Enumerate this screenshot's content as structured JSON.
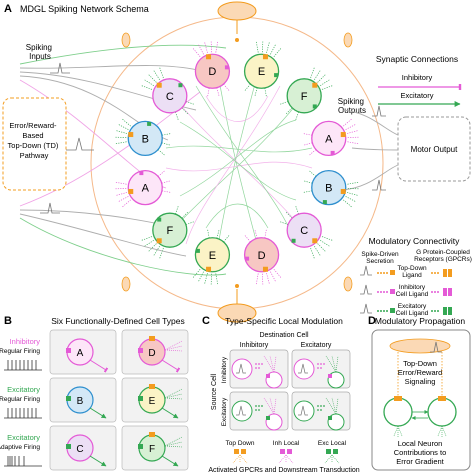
{
  "panel_a": {
    "label": "A",
    "title": "MDGL Spiking Network Schema",
    "spiking_inputs": "Spiking\nInputs",
    "spiking_outputs": "Spiking\nOutputs",
    "td_box": "Error/Reward-\nBased\nTop-Down (TD)\nPathway",
    "motor_output": "Motor Output",
    "synaptic_title": "Synaptic Connections",
    "inhibitory": "Inhibitory",
    "excitatory": "Excitatory",
    "modulatory_title": "Modulatory Connectivity",
    "col_left": "Spike-Driven\nSecretion",
    "col_right": "G Protein-Coupled\nReceptors (GPCRs)",
    "legend_rows": [
      "Top-Down\nLigand",
      "Inhibitory\nCell Ligand",
      "Excitatory\nCell Ligand"
    ],
    "ring_nodes": [
      "E",
      "F",
      "A",
      "B",
      "C",
      "D",
      "E",
      "F",
      "A",
      "B",
      "C",
      "D"
    ],
    "colors": {
      "inhibitory": "#e45ad6",
      "excitatory": "#34a853",
      "td": "#f39c1f",
      "blue": "#2e8fce"
    }
  },
  "panel_b": {
    "label": "B",
    "title": "Six Functionally-Defined Cell Types",
    "rows": [
      {
        "type": "Inhibitory",
        "firing": "Regular Firing",
        "cells": [
          "A",
          "D"
        ]
      },
      {
        "type": "Excitatory",
        "firing": "Regular Firing",
        "cells": [
          "B",
          "E"
        ]
      },
      {
        "type": "Excitatory",
        "firing": "Adaptive Firing",
        "cells": [
          "C",
          "F"
        ]
      }
    ]
  },
  "panel_c": {
    "label": "C",
    "title": "Type-Specific Local Modulation",
    "destination": "Destination Cell",
    "dest_inh": "Inhibitory",
    "dest_exc": "Excitatory",
    "source": "Source Cell",
    "src_inh": "Inhibitory",
    "src_exc": "Excitatory",
    "bottom_labels": [
      "Top Down",
      "Inh Local",
      "Exc Local"
    ],
    "caption": "Activated GPCRs and Downstream Transduction"
  },
  "panel_d": {
    "label": "D",
    "title": "Modulatory Propagation",
    "top_text": "Top-Down\nError/Reward\nSignaling",
    "bottom_text": "Local Neuron\nContributions to\nError Gradient"
  }
}
